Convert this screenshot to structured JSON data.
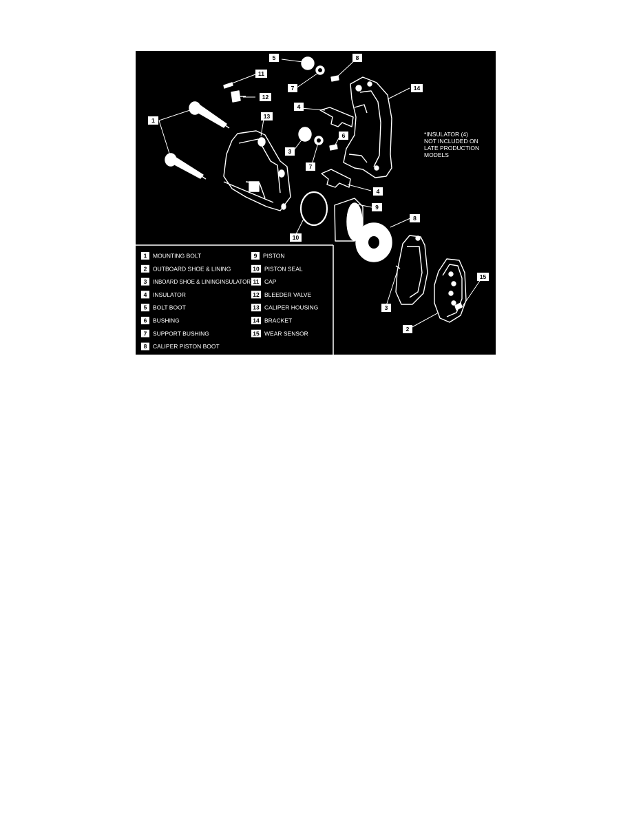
{
  "colors": {
    "background": "#000000",
    "line": "#ffffff",
    "page": "#ffffff"
  },
  "note": [
    "*INSULATOR (4)",
    "NOT INCLUDED ON",
    "LATE PRODUCTION",
    "MODELS"
  ],
  "callouts": {
    "c5": "5",
    "c8a": "8",
    "c11": "11",
    "c7a": "7",
    "c12": "12",
    "c14": "14",
    "c1": "1",
    "c13": "13",
    "c4a": "4",
    "c3a": "3",
    "c6": "6",
    "c7b": "7",
    "c4b": "4",
    "c9": "9",
    "c8b": "8",
    "c10": "10",
    "c15": "15",
    "c3b": "3",
    "c2": "2"
  },
  "legend": [
    {
      "num": "1",
      "label": "MOUNTING BOLT"
    },
    {
      "num": "2",
      "label": "OUTBOARD SHOE & LINING"
    },
    {
      "num": "3",
      "label": "INBOARD SHOE & LININGINSULATOR"
    },
    {
      "num": "4",
      "label": "INSULATOR"
    },
    {
      "num": "5",
      "label": "BOLT BOOT"
    },
    {
      "num": "6",
      "label": "BUSHING"
    },
    {
      "num": "7",
      "label": "SUPPORT BUSHING"
    },
    {
      "num": "8",
      "label": "CALIPER PISTON BOOT"
    },
    {
      "num": "9",
      "label": "PISTON"
    },
    {
      "num": "10",
      "label": "PISTON SEAL"
    },
    {
      "num": "11",
      "label": "CAP"
    },
    {
      "num": "12",
      "label": "BLEEDER VALVE"
    },
    {
      "num": "13",
      "label": "CALIPER HOUSING"
    },
    {
      "num": "14",
      "label": "BRACKET"
    },
    {
      "num": "15",
      "label": "WEAR SENSOR"
    }
  ]
}
